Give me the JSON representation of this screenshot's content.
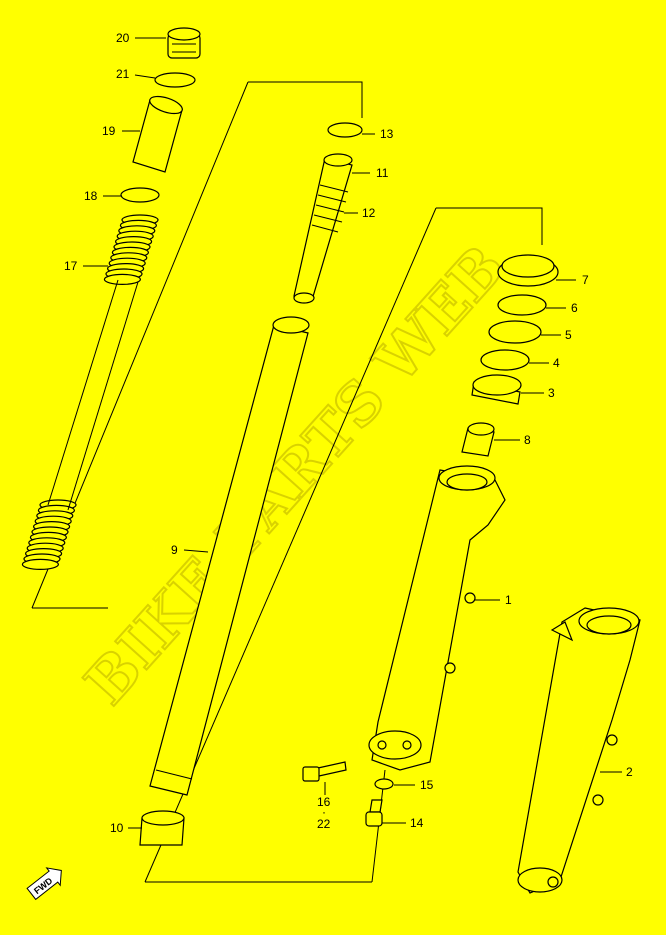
{
  "diagram": {
    "background": "#ffff00",
    "watermark": "BIKE-PARTS WEB",
    "fwd_badge": "FWD",
    "callouts": [
      "1",
      "2",
      "3",
      "4",
      "5",
      "6",
      "7",
      "8",
      "9",
      "10",
      "11",
      "12",
      "13",
      "14",
      "15",
      "16",
      "17",
      "18",
      "19",
      "20",
      "21",
      "22"
    ]
  }
}
